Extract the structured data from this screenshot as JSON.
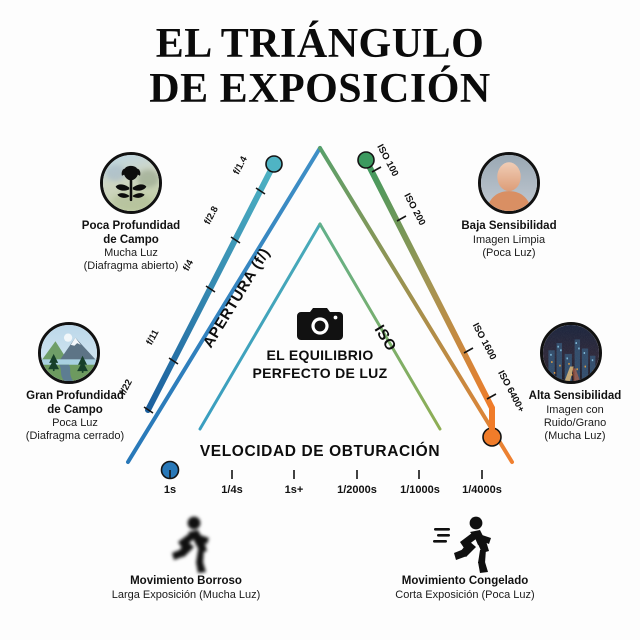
{
  "title": {
    "line1": "EL TRIÁNGULO",
    "line2": "DE EXPOSICIÓN"
  },
  "center": {
    "camera_icon": "camera-icon",
    "line1": "EL EQUILIBRIO",
    "line2": "PERFECTO DE LUZ"
  },
  "edges": {
    "aperture_title": "APERTURA (f/)",
    "iso_title": "ISO",
    "shutter_title": "VELOCIDAD DE OBTURACIÓN"
  },
  "colors": {
    "aperture_start": "#1b5f9e",
    "aperture_end": "#4fb4c4",
    "iso_start": "#3c9a5f",
    "iso_end": "#f07c2a",
    "shutter_start": "#2878b8",
    "shutter_end": "#f07c2a",
    "outer_triangle_left": "#2e7fc0",
    "outer_triangle_right": "#f08030",
    "inner_triangle_left": "#3aa0b4",
    "inner_triangle_right": "#77a85a",
    "ink": "#111111",
    "background": "#fdfdfd"
  },
  "scales": {
    "aperture": {
      "name": "aperture-scale",
      "ticks": [
        "f/22",
        "f/11",
        "f/4",
        "f/2.8",
        "f/1.4"
      ]
    },
    "iso": {
      "name": "iso-scale",
      "ticks": [
        "ISO 100",
        "ISO 200",
        "ISO 1600",
        "ISO 6400+"
      ]
    },
    "shutter": {
      "name": "shutter-scale",
      "ticks": [
        "1s",
        "1/4s",
        "1s+",
        "1/2000s",
        "1/1000s",
        "1/4000s"
      ]
    }
  },
  "badges": {
    "shallow_depth": {
      "icon": "tulip-flower-icon",
      "headline1": "Poca Profundidad",
      "headline2": "de Campo",
      "sub1": "Mucha Luz",
      "sub2": "(Diafragma abierto)"
    },
    "deep_depth": {
      "icon": "mountain-landscape-icon",
      "headline1": "Gran Profundidad",
      "headline2": "de Campo",
      "sub1": "Poca Luz",
      "sub2": "(Diafragma cerrado)"
    },
    "low_iso": {
      "icon": "portrait-silhouette-icon",
      "headline1": "Baja Sensibilidad",
      "sub1": "Imagen Limpia",
      "sub2": "(Poca Luz)"
    },
    "high_iso": {
      "icon": "night-cityscape-icon",
      "headline1": "Alta Sensibilidad",
      "sub1": "Imagen con",
      "sub2": "Ruido/Grano",
      "sub3": "(Mucha Luz)"
    },
    "motion_blur": {
      "icon": "running-person-blurred-icon",
      "headline1": "Movimiento Borroso",
      "sub1": "Larga Exposición (Mucha Luz)"
    },
    "motion_frozen": {
      "icon": "running-person-sharp-icon",
      "headline1": "Movimiento Congelado",
      "sub1": "Corta Exposición (Poca Luz)"
    }
  }
}
